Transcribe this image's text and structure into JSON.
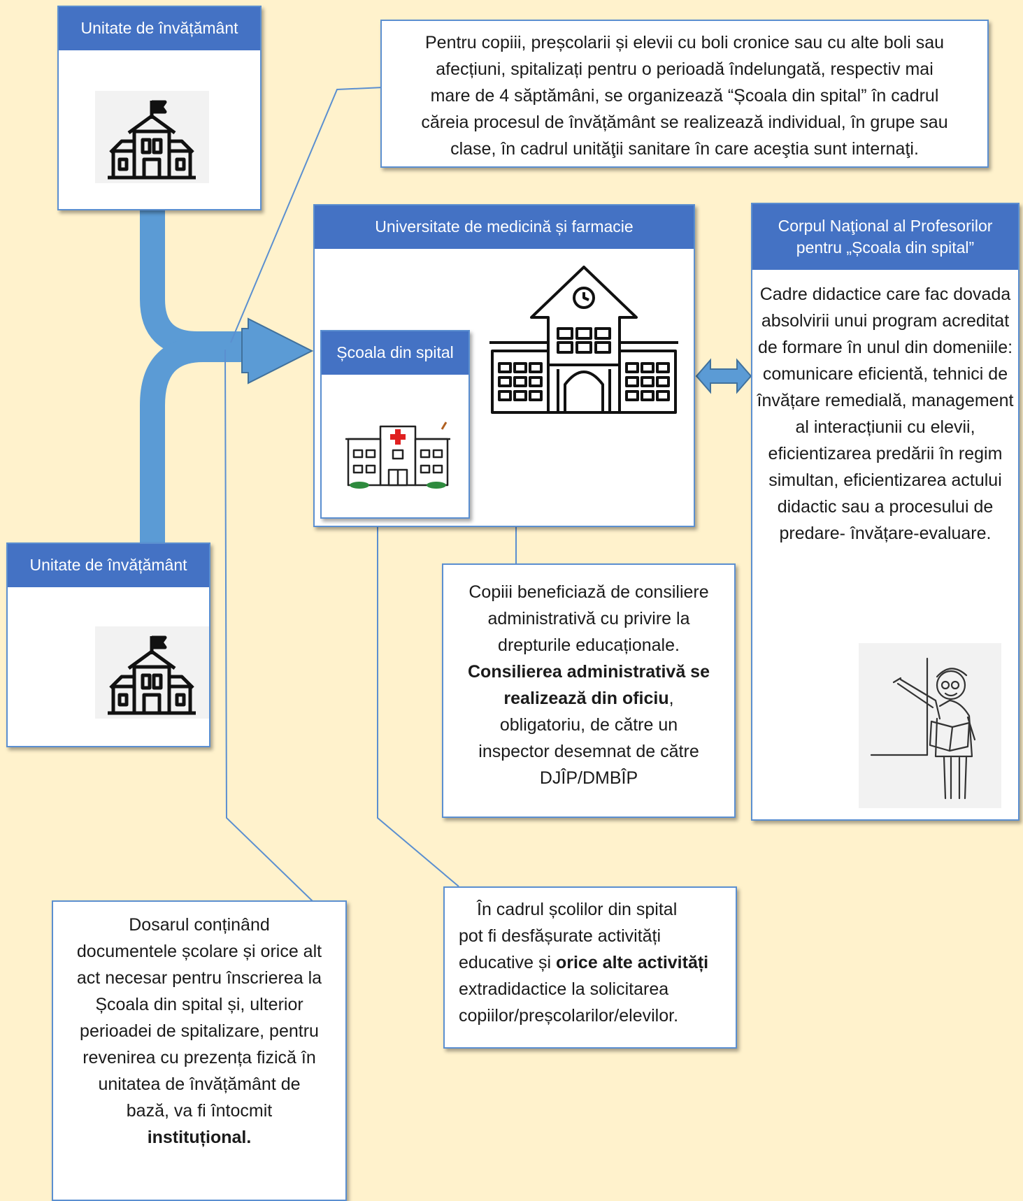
{
  "school_top": {
    "title": "Unitate de învățământ",
    "icon": "school-building-icon"
  },
  "school_bottom": {
    "title": "Unitate de învățământ",
    "icon": "school-building-icon"
  },
  "university": {
    "title": "Universitate de medicină și farmacie",
    "icon": "university-building-icon",
    "inner_card": {
      "title": "Școala din spital",
      "icon": "hospital-building-icon"
    }
  },
  "corp": {
    "title_lines": [
      "Corpul Naţional al Profesorilor",
      "pentru „Școala din spital”"
    ],
    "body_lines": [
      "Cadre didactice care fac",
      "dovada absolvirii unui",
      "program acreditat de",
      "formare în unul din",
      "domeniile: comunicare",
      "eficientă, tehnici de învățare",
      "remedială, management al",
      "interacțiunii cu elevii,",
      "eficientizarea predării în",
      "regim simultan, eficientizarea",
      "actului didactic sau a",
      "procesului de predare-",
      "învățare-evaluare."
    ],
    "icon": "teacher-at-board-icon"
  },
  "top_note": {
    "lines": [
      "Pentru copiii, preșcolarii și  elevii cu boli cronice sau cu alte boli sau",
      "afecțiuni, spitalizați pentru o perioadă îndelungată, respectiv mai",
      "mare de 4 săptămâni, se organizează “Școala din spital” în cadrul",
      "căreia procesul de învățământ se realizează individual, în grupe sau",
      "clase, în cadrul unităţii sanitare în care aceştia sunt internaţi."
    ]
  },
  "counsel_note": {
    "lines": [
      "Copiii beneficiază de consiliere",
      "administrativă cu privire la",
      "drepturile educaționale."
    ],
    "bold_lines": [
      "Consilierea administrativă se",
      "realizează din oficiu"
    ],
    "after_bold": ",",
    "tail_lines": [
      "obligatoriu, de către un",
      "inspector desemnat de către",
      "DJÎP/DMBÎP"
    ]
  },
  "activities_note": {
    "line1": "În cadrul școlilor din spital",
    "line2": "pot fi desfășurate activități",
    "line3_pre": "educative și ",
    "line3_bold": "orice alte activități",
    "line4": "extradidactice la solicitarea",
    "line5": "copiilor/preșcolarilor/elevilor."
  },
  "dossier_note": {
    "lines": [
      "Dosarul conținând",
      "documentele școlare și orice alt",
      "act necesar pentru înscrierea la",
      "Școala din spital și, ulterior",
      "perioadei de spitalizare, pentru",
      "revenirea cu prezența fizică în",
      "unitatea de învățământ de",
      "bază, va fi întocmit"
    ],
    "bold_line": "instituțional."
  },
  "colors": {
    "background": "#fff2cc",
    "header_blue": "#4472c4",
    "arrow_blue": "#5b9bd5",
    "connector_blue": "#5b8fd0"
  }
}
